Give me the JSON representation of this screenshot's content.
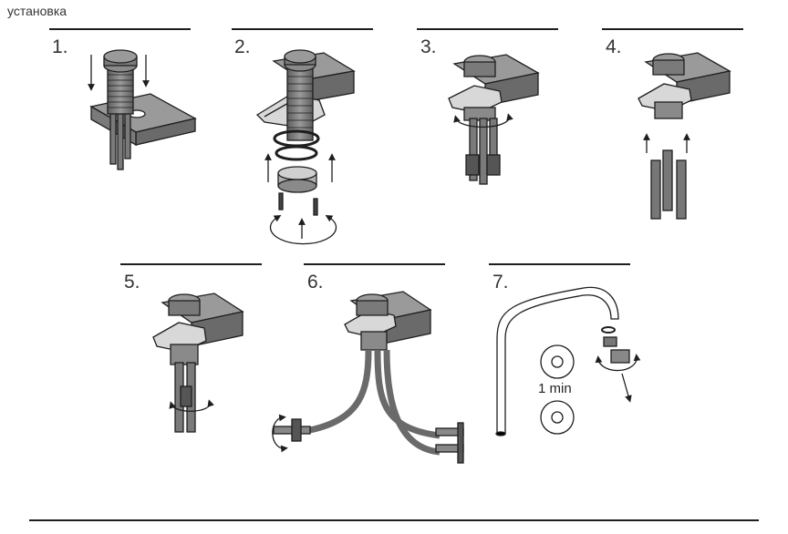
{
  "header": {
    "title": "установка"
  },
  "steps": [
    {
      "number": "1."
    },
    {
      "number": "2."
    },
    {
      "number": "3."
    },
    {
      "number": "4."
    },
    {
      "number": "5."
    },
    {
      "number": "6."
    },
    {
      "number": "7.",
      "duration_label": "1 min"
    }
  ],
  "colors": {
    "metal_dark": "#6f6f6f",
    "metal_mid": "#8a8a8a",
    "surface": "#9a9a9a",
    "line": "#1e1e1e"
  }
}
